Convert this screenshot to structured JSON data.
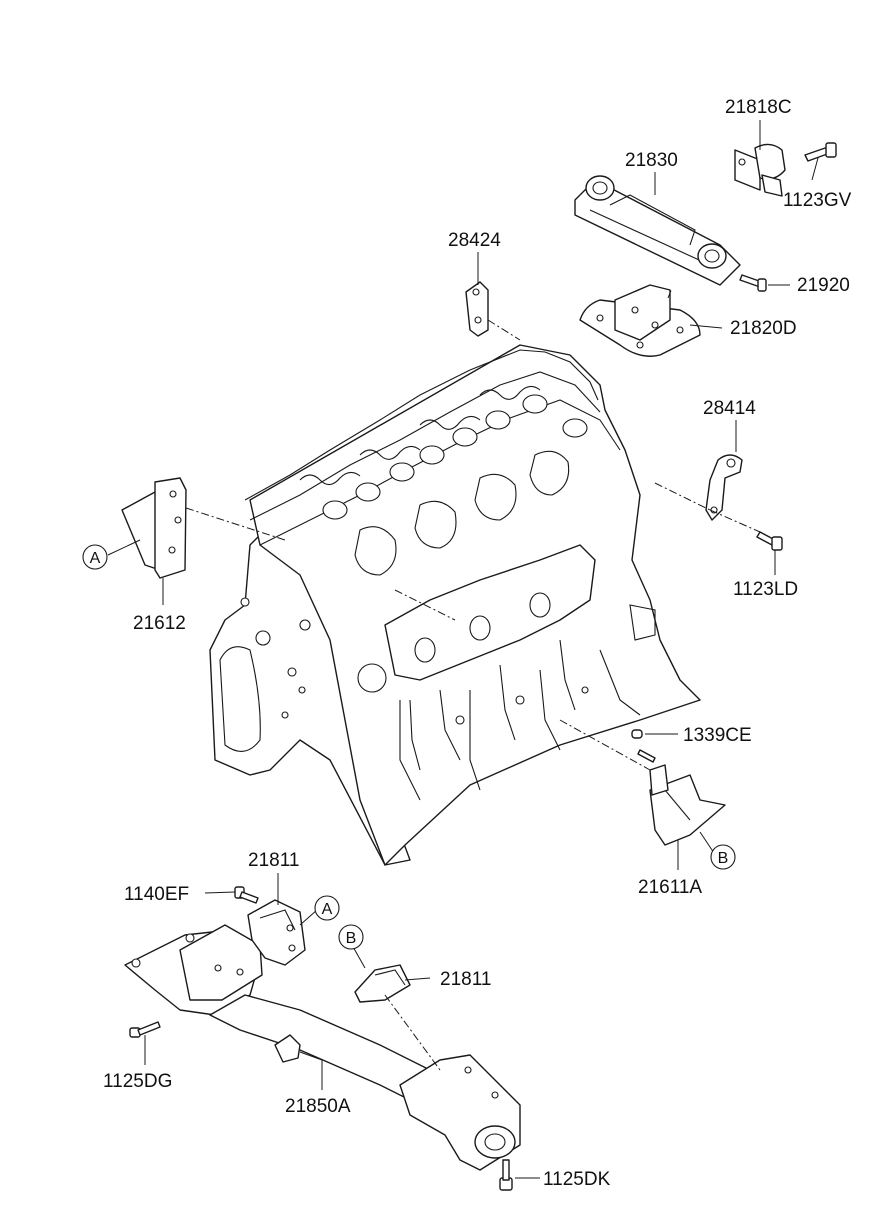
{
  "diagram": {
    "part_labels": {
      "p21818C": "21818C",
      "p21830": "21830",
      "p1123GV": "1123GV",
      "p28424": "28424",
      "p21920": "21920",
      "p21820D": "21820D",
      "p28414": "28414",
      "p1123LD": "1123LD",
      "p21612": "21612",
      "p1339CE": "1339CE",
      "p21611A": "21611A",
      "p21811_top": "21811",
      "p1140EF": "1140EF",
      "p21811_mid": "21811",
      "p1125DG": "1125DG",
      "p21850A": "21850A",
      "p1125DK": "1125DK"
    },
    "callouts": {
      "A_left": "A",
      "B_right": "B",
      "A_lower": "A",
      "B_lower": "B"
    }
  }
}
